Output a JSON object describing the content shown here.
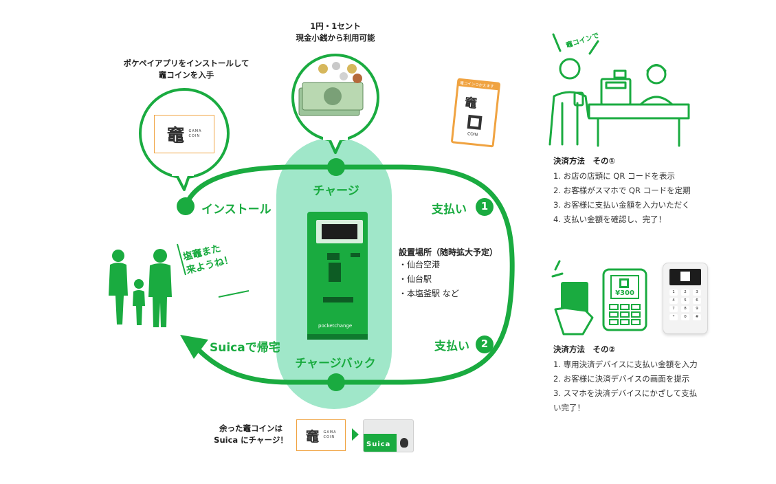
{
  "colors": {
    "brand_green": "#1aab40",
    "light_green": "#8fe3bf",
    "coin_orange": "#f0a341"
  },
  "top_caption": {
    "line1": "1円・1セント",
    "line2": "現金小銭から利用可能"
  },
  "install_caption": {
    "line1": "ポケペイアプリをインストールして",
    "line2": "竈コインを入手"
  },
  "coin_card": {
    "kanji": "竈",
    "text_line1": "GAMA",
    "text_line2": "COIN"
  },
  "loop": {
    "charge": "チャージ",
    "install": "インストール",
    "pay1": "支払い",
    "pay1_num": "1",
    "pay2": "支払い",
    "pay2_num": "2",
    "suica_home": "Suicaで帰宅",
    "chargeback": "チャージバック"
  },
  "family_message": {
    "line1": "塩竈また",
    "line2": "来ようね！"
  },
  "locations": {
    "title": "設置場所（随時拡大予定）",
    "items": [
      "・仙台空港",
      "・仙台駅",
      "・本塩釜駅 など"
    ]
  },
  "kiosk": {
    "brand": "pocketchange"
  },
  "store_sign": {
    "title": "竈コインつかえます",
    "footer": "COIN"
  },
  "speech_bubble": "竈コインで",
  "payment1": {
    "title": "決済方法　その①",
    "steps": [
      "1. お店の店頭に QR コードを表示",
      "2. お客様がスマホで QR コードを定期",
      "3. お客様に支払い金額を入力いただく",
      "4. 支払い金額を確認し、完了！"
    ]
  },
  "payment2": {
    "title": "決済方法　その②",
    "steps": [
      "1. 専用決済デバイスに支払い金額を入力",
      "2. お客様に決済デバイスの画面を提示",
      "3. スマホを決済デバイスにかざして支払",
      "い完了！"
    ]
  },
  "device_amount": "¥300",
  "keypad": [
    "1",
    "2",
    "3",
    "4",
    "5",
    "6",
    "7",
    "8",
    "9",
    "*",
    "0",
    "#"
  ],
  "bottom_caption": {
    "line1": "余った竈コインは",
    "line2": "Suica にチャージ！"
  },
  "suica_card": {
    "label": "Suica"
  },
  "icons": [
    "coins-icon",
    "kiosk-icon",
    "family-icon",
    "cashier-icon",
    "phone-pay-icon",
    "payment-terminal-icon",
    "suica-card-icon",
    "play-arrow-icon"
  ]
}
